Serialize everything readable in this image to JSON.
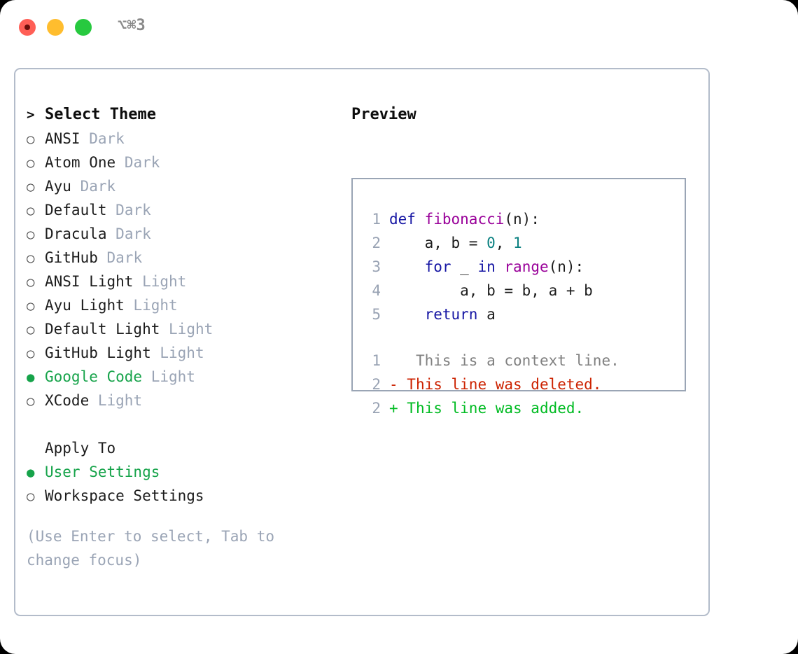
{
  "titlebar": {
    "shortcut": "⌥⌘3",
    "buttons": {
      "close": "close-window",
      "minimize": "minimize-window",
      "maximize": "maximize-window"
    }
  },
  "theme_picker": {
    "header": "Select Theme",
    "header_prefix": "> ",
    "marker_selected": "●",
    "marker_unselected": "○",
    "accent_color": "#16a34a",
    "items": [
      {
        "name": "ANSI",
        "tag": "Dark",
        "selected": false
      },
      {
        "name": "Atom One",
        "tag": "Dark",
        "selected": false
      },
      {
        "name": "Ayu",
        "tag": "Dark",
        "selected": false
      },
      {
        "name": "Default",
        "tag": "Dark",
        "selected": false
      },
      {
        "name": "Dracula",
        "tag": "Dark",
        "selected": false
      },
      {
        "name": "GitHub",
        "tag": "Dark",
        "selected": false
      },
      {
        "name": "ANSI Light",
        "tag": "Light",
        "selected": false
      },
      {
        "name": "Ayu Light",
        "tag": "Light",
        "selected": false
      },
      {
        "name": "Default Light",
        "tag": "Light",
        "selected": false
      },
      {
        "name": "GitHub Light",
        "tag": "Light",
        "selected": false
      },
      {
        "name": "Google Code",
        "tag": "Light",
        "selected": true
      },
      {
        "name": "XCode",
        "tag": "Light",
        "selected": false
      }
    ]
  },
  "apply_to": {
    "header": "Apply To",
    "options": [
      {
        "name": "User Settings",
        "selected": true
      },
      {
        "name": "Workspace Settings",
        "selected": false
      }
    ]
  },
  "hint": "(Use Enter to select, Tab to change focus)",
  "preview": {
    "title": "Preview",
    "code_lines": [
      {
        "no": "1",
        "tokens": [
          {
            "t": "def",
            "c": "kw"
          },
          {
            "t": " ",
            "c": "plain"
          },
          {
            "t": "fibonacci",
            "c": "fn"
          },
          {
            "t": "(n):",
            "c": "plain"
          }
        ]
      },
      {
        "no": "2",
        "tokens": [
          {
            "t": "    a, b = ",
            "c": "plain"
          },
          {
            "t": "0",
            "c": "num"
          },
          {
            "t": ", ",
            "c": "plain"
          },
          {
            "t": "1",
            "c": "num"
          }
        ]
      },
      {
        "no": "3",
        "tokens": [
          {
            "t": "    ",
            "c": "plain"
          },
          {
            "t": "for",
            "c": "kw"
          },
          {
            "t": " _ ",
            "c": "plain"
          },
          {
            "t": "in",
            "c": "kw"
          },
          {
            "t": " ",
            "c": "plain"
          },
          {
            "t": "range",
            "c": "fn"
          },
          {
            "t": "(n):",
            "c": "plain"
          }
        ]
      },
      {
        "no": "4",
        "tokens": [
          {
            "t": "        a, b = b, a + b",
            "c": "plain"
          }
        ]
      },
      {
        "no": "5",
        "tokens": [
          {
            "t": "    ",
            "c": "plain"
          },
          {
            "t": "return",
            "c": "kw"
          },
          {
            "t": " a",
            "c": "plain"
          }
        ]
      }
    ],
    "diff_lines": [
      {
        "no": "1",
        "marker": " ",
        "text": "  This is a context line.",
        "kind": "d-ctx"
      },
      {
        "no": "2",
        "marker": "-",
        "text": " This line was deleted.",
        "kind": "d-del"
      },
      {
        "no": "2",
        "marker": "+",
        "text": " This line was added.",
        "kind": "d-add"
      }
    ]
  }
}
